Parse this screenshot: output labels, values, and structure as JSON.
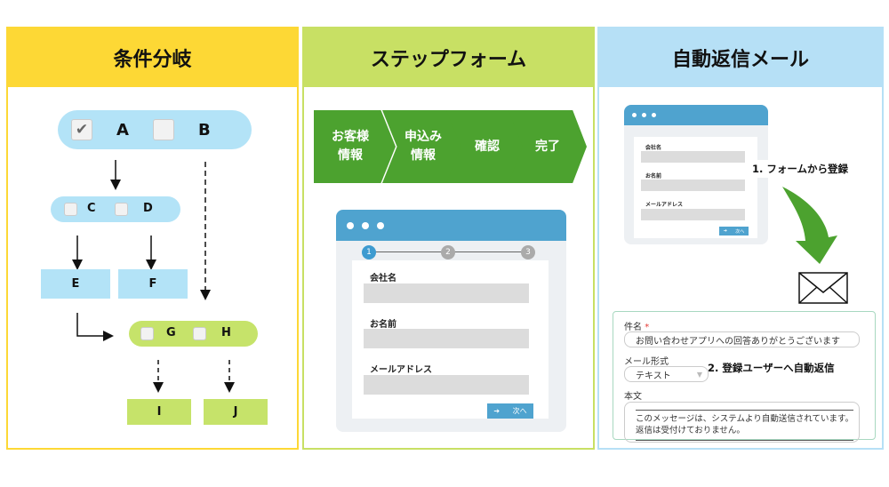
{
  "panels": [
    {
      "title": "条件分岐",
      "color": "#fdd835"
    },
    {
      "title": "ステップフォーム",
      "color": "#c8e064"
    },
    {
      "title": "自動返信メール",
      "color": "#b6e0f6"
    }
  ],
  "branch": {
    "row1": [
      "A",
      "B"
    ],
    "row2": [
      "C",
      "D"
    ],
    "boxes1": [
      "E",
      "F"
    ],
    "row3": [
      "G",
      "H"
    ],
    "boxes2": [
      "I",
      "J"
    ]
  },
  "steps": [
    "お客様\n情報",
    "申込み\n情報",
    "確認",
    "完了"
  ],
  "step_form": {
    "indicators": [
      "1",
      "2",
      "3"
    ],
    "fields": [
      "会社名",
      "お名前",
      "メールアドレス"
    ],
    "next_label": "次へ"
  },
  "auto_reply": {
    "mini_form_fields": [
      "会社名",
      "お名前",
      "メールアドレス"
    ],
    "next_label": "次へ",
    "step1": "1. フォームから登録",
    "step2": "2. 登録ユーザーへ自動返信",
    "subject_label": "件名",
    "required_mark": "*",
    "subject_value": "お問い合わせアプリへの回答ありがとうございます",
    "format_label": "メール形式",
    "format_value": "テキスト",
    "body_label": "本文",
    "body_value": "このメッセージは、システムより自動送信されています。\n返信は受付けておりません。"
  }
}
